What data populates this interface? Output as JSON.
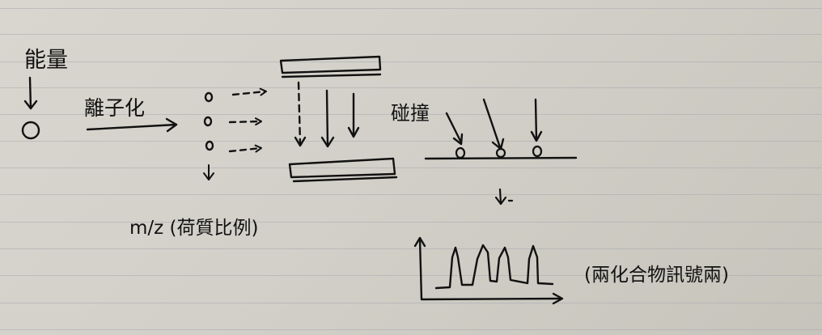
{
  "labels": {
    "energy": "能量",
    "ionization": "離子化",
    "mass_charge": "m/z (荷質比例)",
    "collision": "碰撞",
    "signal": "(兩化合物訊號兩)"
  },
  "colors": {
    "ink": "#111111",
    "paper": "#d4d2ca",
    "rule": "#a9aab0"
  }
}
